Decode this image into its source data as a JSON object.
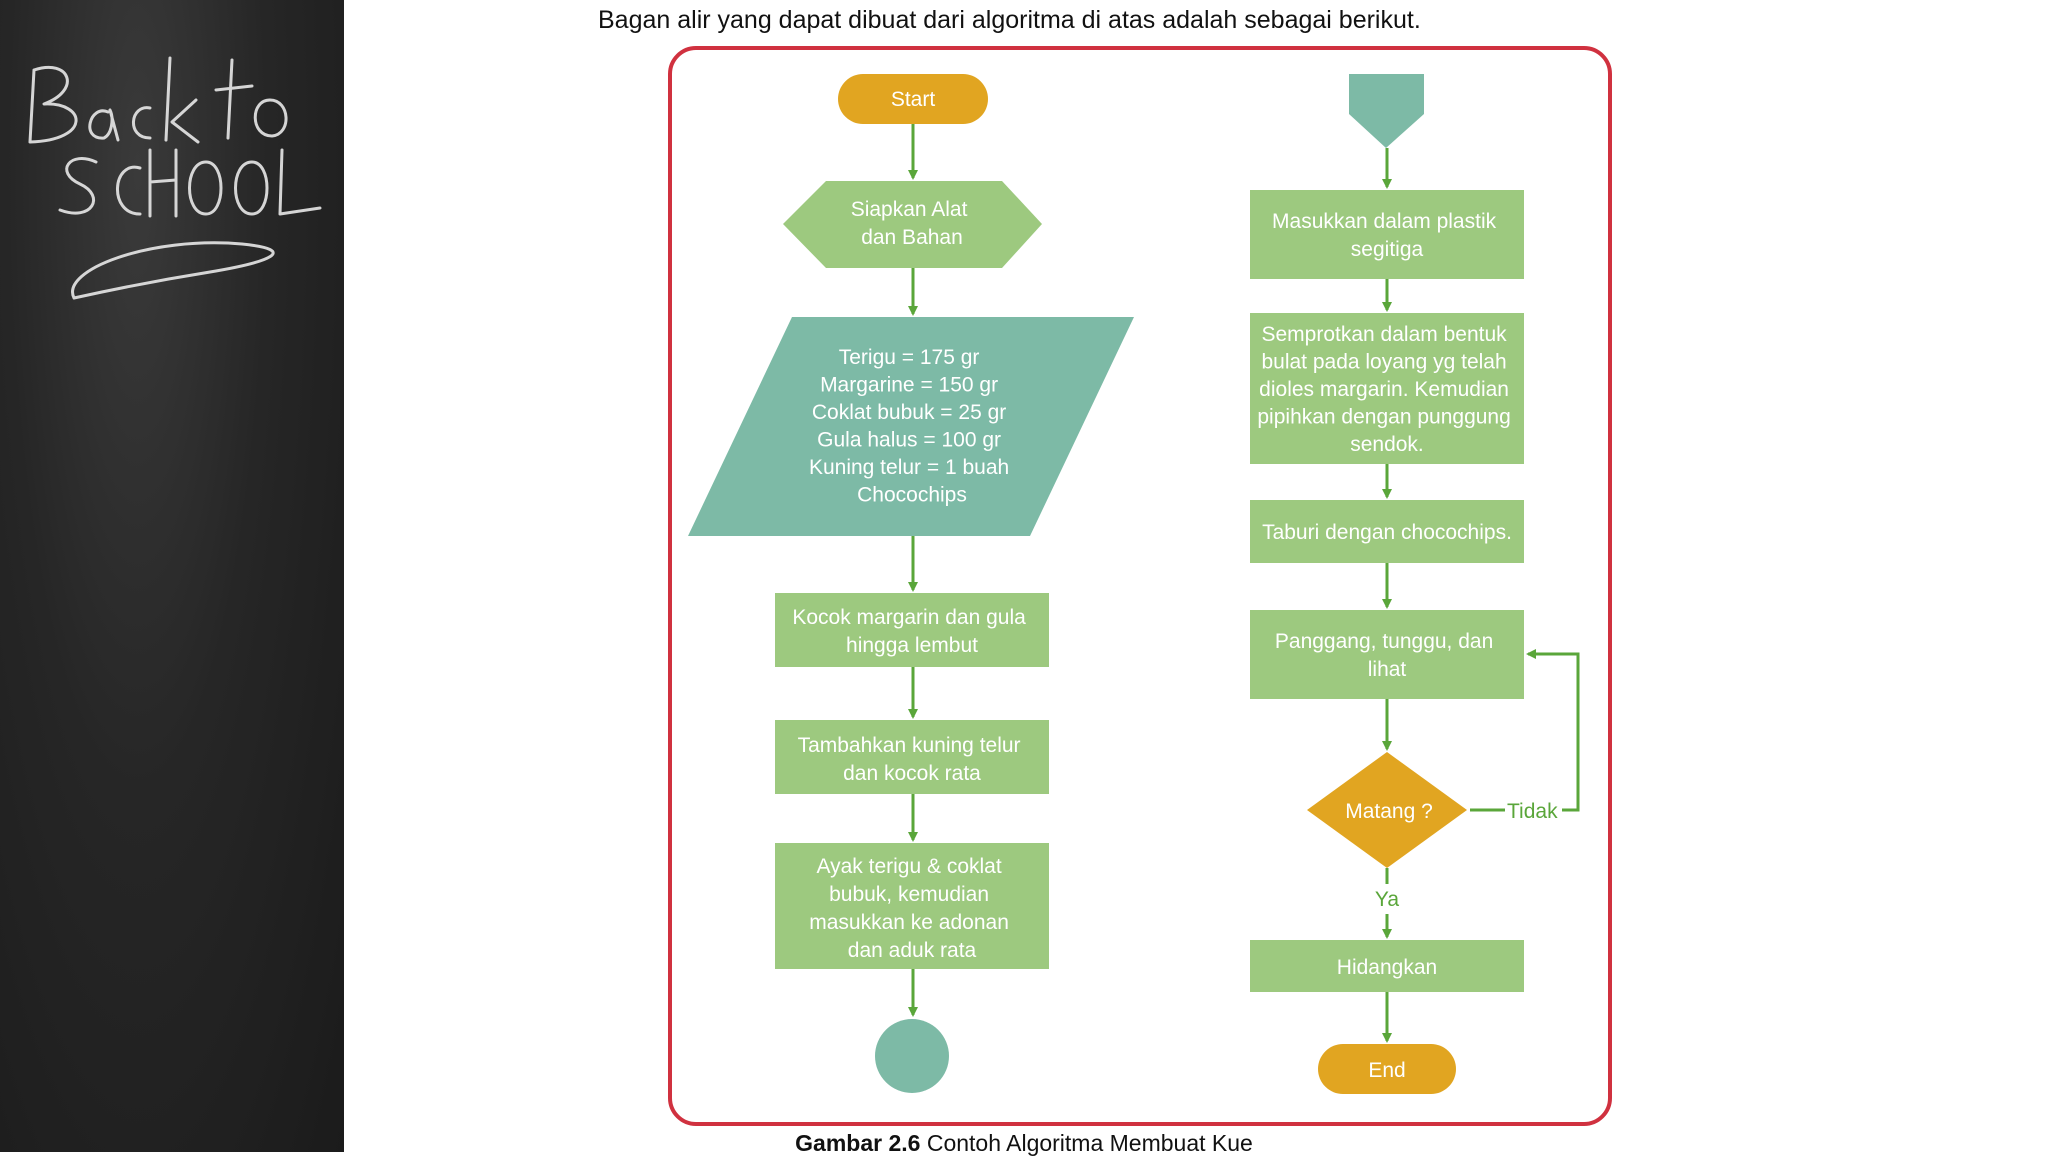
{
  "caption_top": "Bagan alir yang dapat dibuat dari algoritma di atas adalah sebagai berikut.",
  "caption_bottom": {
    "figure_no": "Gambar 2.6",
    "title": "Contoh Algoritma Membuat Kue"
  },
  "chalkboard_text": "Back to SCHOOL",
  "colors": {
    "green_box": "#9dc97f",
    "teal": "#7dbaa6",
    "orange": "#e1a521",
    "arrow": "#5aa63a",
    "frame": "#d0313f"
  },
  "flow": {
    "start": "Start",
    "prep": [
      "Siapkan Alat",
      "dan Bahan"
    ],
    "ingredients": [
      "Terigu = 175 gr",
      "Margarine = 150 gr",
      "Coklat bubuk = 25 gr",
      "Gula halus = 100 gr",
      "Kuning telur = 1 buah",
      "Chocochips"
    ],
    "step1": [
      "Kocok margarin dan gula",
      "hingga lembut"
    ],
    "step2": [
      "Tambahkan kuning telur",
      "dan kocok rata"
    ],
    "step3": [
      "Ayak terigu & coklat",
      "bubuk, kemudian",
      "masukkan ke adonan",
      "dan aduk rata"
    ],
    "step4": [
      "Masukkan dalam plastik",
      "segitiga"
    ],
    "step5": [
      "Semprotkan dalam bentuk",
      "bulat pada loyang yg telah",
      "dioles margarin. Kemudian",
      "pipihkan dengan punggung",
      "sendok."
    ],
    "step6": [
      "Taburi dengan chocochips."
    ],
    "step7": [
      "Panggang, tunggu, dan",
      "lihat"
    ],
    "decision": "Matang ?",
    "no_label": "Tidak",
    "yes_label": "Ya",
    "serve": [
      "Hidangkan"
    ],
    "end": "End"
  }
}
